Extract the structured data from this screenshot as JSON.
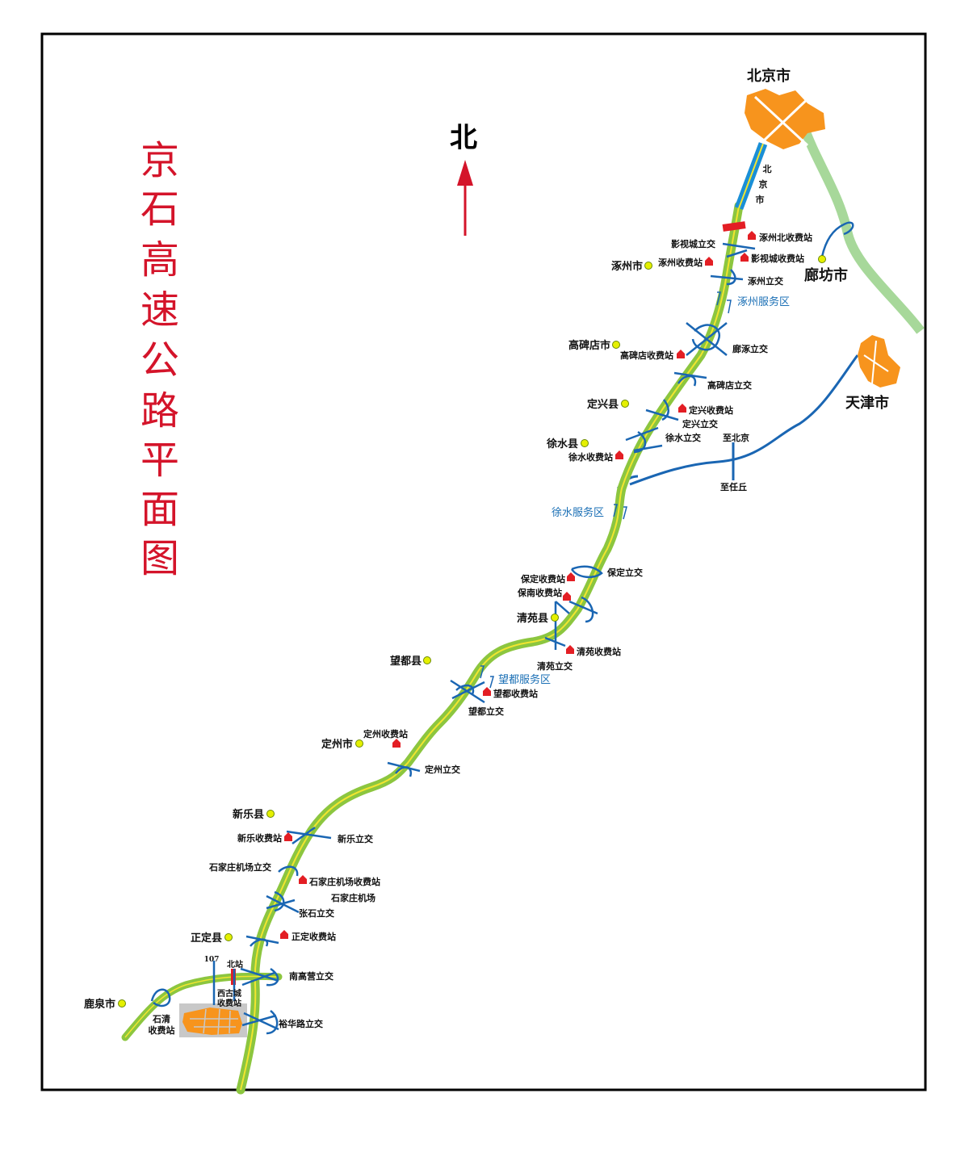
{
  "title": [
    "京",
    "石",
    "高",
    "速",
    "公",
    "路",
    "平",
    "面",
    "图"
  ],
  "north": "北",
  "cities": {
    "beijing": "北京市",
    "tianjin": "天津市",
    "langfang": "廊坊市",
    "beijing_road_label": [
      "北",
      "京",
      "市"
    ]
  },
  "towns": {
    "zhuozhou": "涿州市",
    "gaobeidian": "高碑店市",
    "dingxing": "定兴县",
    "xushui": "徐水县",
    "qingyuan": "清苑县",
    "wangdu": "望都县",
    "dingzhou": "定州市",
    "xinle": "新乐县",
    "zhengding": "正定县",
    "luquan": "鹿泉市"
  },
  "labels": {
    "zhuozhou_north_toll": "涿州北收费站",
    "yingshicheng_ic": "影视城立交",
    "yingshicheng_toll": "影视城收费站",
    "zhuozhou_toll": "涿州收费站",
    "zhuozhou_ic": "涿州立交",
    "zhuozhou_service": "涿州服务区",
    "langzhuo_ic": "廊涿立交",
    "gaobeidian_toll": "高碑店收费站",
    "gaobeidian_ic": "高碑店立交",
    "dingxing_toll": "定兴收费站",
    "dingxing_ic": "定兴立交",
    "xushui_ic": "徐水立交",
    "xushui_toll": "徐水收费站",
    "to_beijing": "至北京",
    "to_renqiu": "至任丘",
    "xushui_service": "徐水服务区",
    "baoding_ic": "保定立交",
    "baoding_toll": "保定收费站",
    "baonan_toll": "保南收费站",
    "qingyuan_toll": "清苑收费站",
    "qingyuan_ic": "清苑立交",
    "wangdu_service": "望都服务区",
    "wangdu_toll": "望都收费站",
    "wangdu_ic": "望都立交",
    "dingzhou_toll": "定州收费站",
    "dingzhou_ic": "定州立交",
    "xinle_toll": "新乐收费站",
    "xinle_ic": "新乐立交",
    "sjz_airport_ic": "石家庄机场立交",
    "sjz_airport_toll": "石家庄机场收费站",
    "sjz_airport": "石家庄机场",
    "zhangshi_ic": "张石立交",
    "zhengding_toll": "正定收费站",
    "route_107": "107",
    "beizhan": "北站",
    "nangaoying_ic": "南高营立交",
    "xigucheng_toll_1": "西古城",
    "xigucheng_toll_2": "收费站",
    "shiqing_toll_1": "石清",
    "shiqing_toll_2": "收费站",
    "yuhualu_ic": "裕华路立交"
  },
  "colors": {
    "highway": "#8cc63f",
    "highway_center": "#f2e530",
    "beijing_section": "#1a8fd6",
    "road_blue": "#1a66b3",
    "city_fill": "#f7941d",
    "title_red": "#d4142a",
    "toll_red": "#e31e24",
    "town_dot": "#e5f000",
    "river_green": "#a7d89a"
  }
}
